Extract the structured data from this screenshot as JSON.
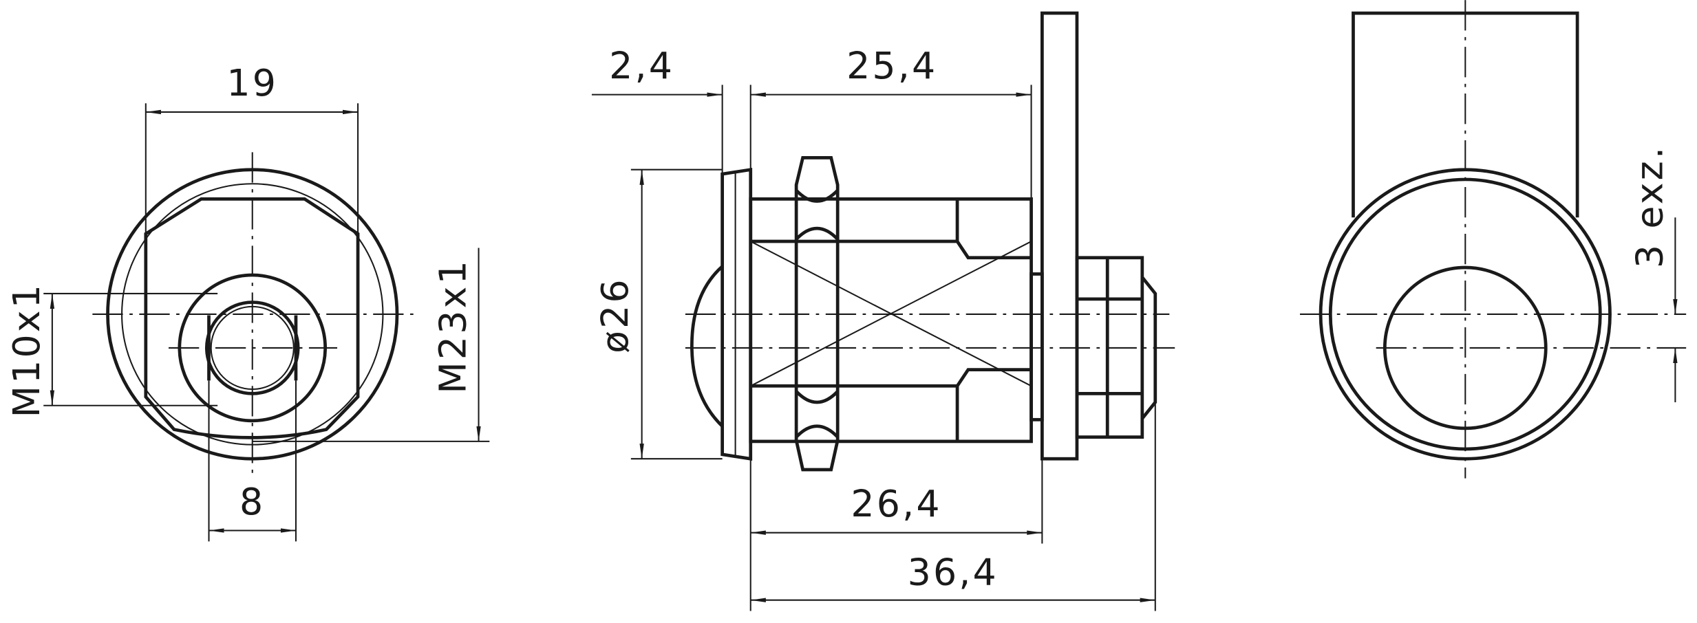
{
  "front_view": {
    "width_dim": "19",
    "flat_dim": "8",
    "thread_small": "M10x1",
    "thread_large": "M23x1"
  },
  "side_view": {
    "flange_thickness": "2,4",
    "body_length": "25,4",
    "diameter": "ø26",
    "length_to_plate": "26,4",
    "overall_length": "36,4"
  },
  "rear_view": {
    "eccentric_label": "3 exz."
  },
  "colors": {
    "line": "#1a1a1a",
    "background": "#ffffff"
  }
}
